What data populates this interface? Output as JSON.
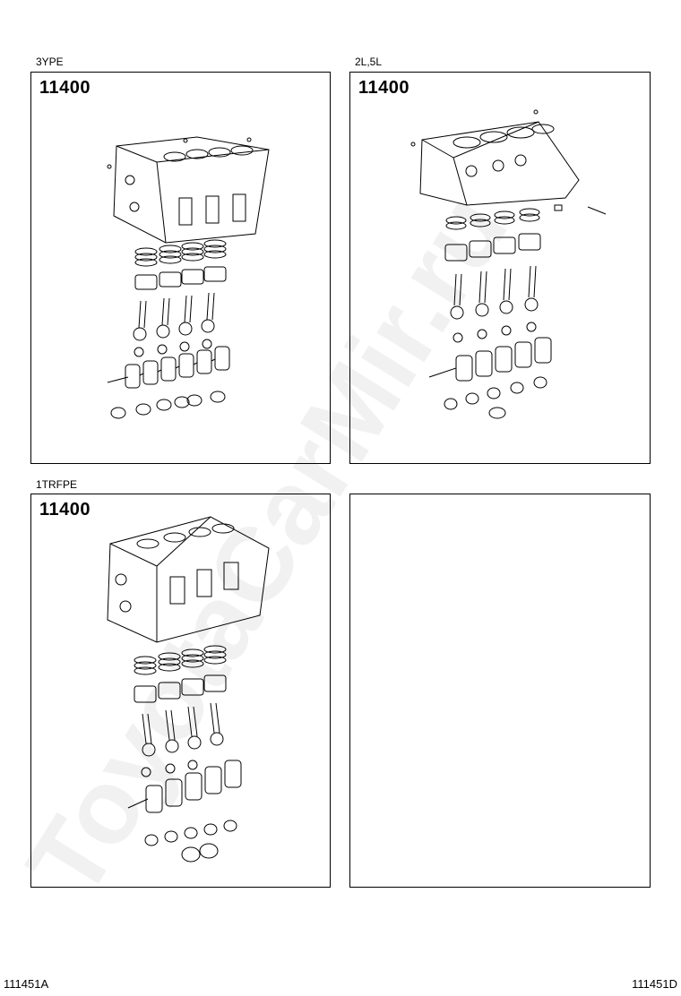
{
  "panels": [
    {
      "caption": "3YPE",
      "part_number": "11400"
    },
    {
      "caption": "2L,5L",
      "part_number": "11400"
    },
    {
      "caption": "1TRFPE",
      "part_number": "11400"
    },
    {
      "caption": "",
      "part_number": ""
    }
  ],
  "footer": {
    "left_code": "111451A",
    "right_code": "111451D"
  },
  "watermark": {
    "text": "ToyotaCarMir.ru"
  }
}
